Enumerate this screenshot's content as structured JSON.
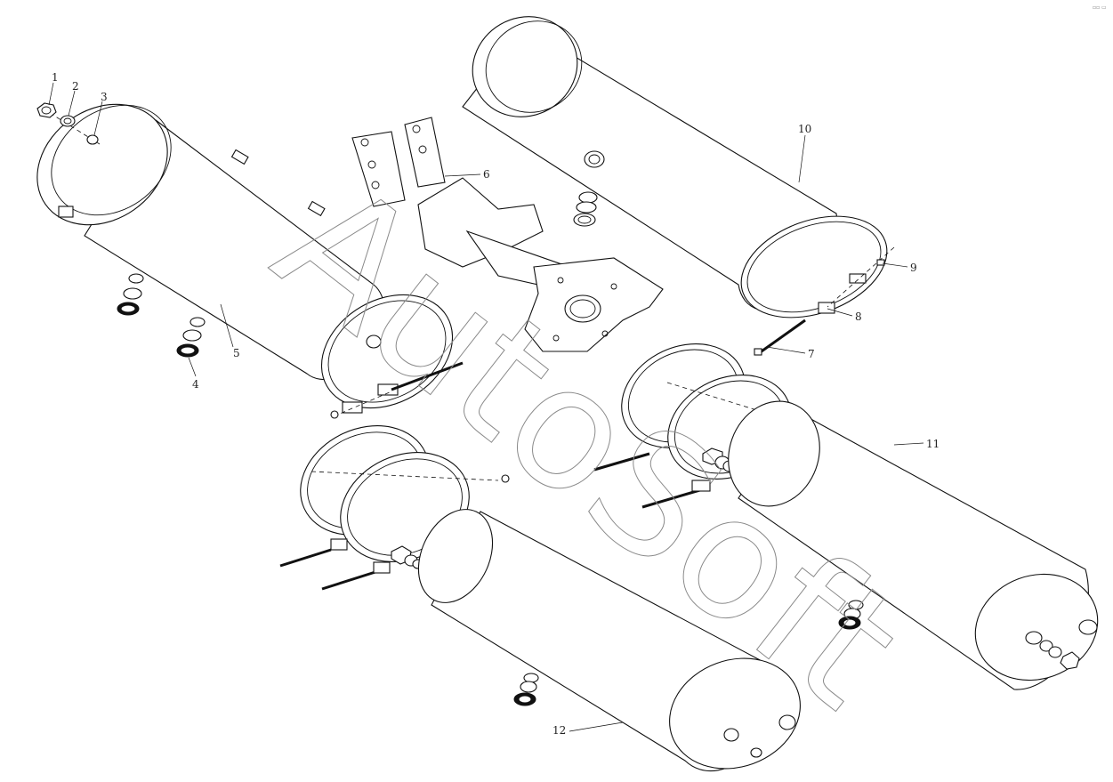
{
  "diagram": {
    "watermark": "AutoSoft",
    "corner_mark": "▫▫ ▭",
    "callouts": [
      {
        "id": "c1",
        "label": "1"
      },
      {
        "id": "c2",
        "label": "2"
      },
      {
        "id": "c3",
        "label": "3"
      },
      {
        "id": "c4",
        "label": "4"
      },
      {
        "id": "c5",
        "label": "5"
      },
      {
        "id": "c6",
        "label": "6"
      },
      {
        "id": "c7",
        "label": "7"
      },
      {
        "id": "c8",
        "label": "8"
      },
      {
        "id": "c9",
        "label": "9"
      },
      {
        "id": "c10",
        "label": "10"
      },
      {
        "id": "c11",
        "label": "11"
      },
      {
        "id": "c12",
        "label": "12"
      }
    ]
  }
}
